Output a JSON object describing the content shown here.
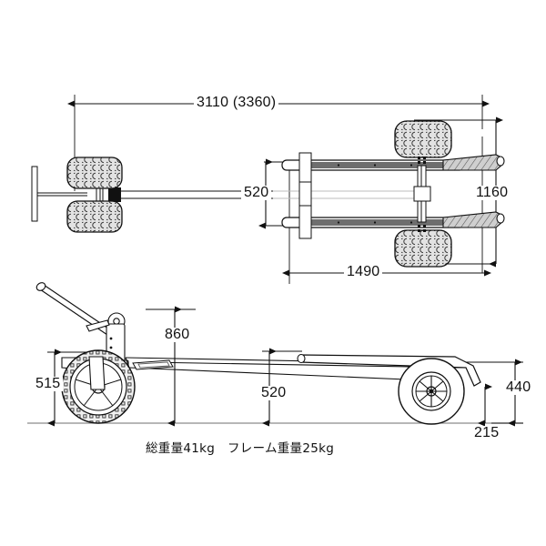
{
  "drawing": {
    "title": "Trailer dimension drawing",
    "background_color": "#ffffff",
    "line_color": "#1a1a1a",
    "ground_line_color": "#8c8c8c",
    "tread_fill": "#d8d8d8",
    "rail_fill": "#6e6e6e"
  },
  "top_view": {
    "name": "top-view",
    "dimensions": {
      "overall_length": "3110 (3360)",
      "track_width": "1160",
      "wheelbase": "1490",
      "inner_width": "520"
    }
  },
  "side_view": {
    "name": "side-view",
    "dimensions": {
      "hitch_height": "860",
      "front_wheel_height": "515",
      "frame_height": "520",
      "rear_height": "440",
      "rear_clearance": "215"
    }
  },
  "caption": {
    "text": "総重量41kg　フレーム重量25kg",
    "total_weight_label": "総重量41kg",
    "frame_weight_label": "フレーム重量25kg"
  }
}
